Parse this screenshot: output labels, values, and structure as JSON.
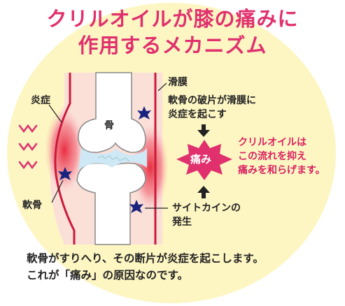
{
  "title": {
    "line1": "クリルオイルが膝の痛みに",
    "line2": "作用するメカニズム"
  },
  "labels": {
    "synovium": "滑膜",
    "inflammation": "炎症",
    "bone": "骨",
    "cartilage": "軟骨",
    "fragment_line1": "軟骨の破片が滑膜に",
    "fragment_line2": "炎症を起こす",
    "pain": "痛み",
    "krill_line1": "クリルオイルは",
    "krill_line2": "この流れを抑え",
    "krill_line3": "痛みを和らげます。",
    "cytokine_line1": "サイトカインの",
    "cytokine_line2": "発生"
  },
  "caption": {
    "line1": "軟骨がすりへり、その断片が炎症を起こします。",
    "line2": "これが「痛み」の原因なのです。"
  },
  "colors": {
    "title": "#e0306e",
    "accent_red": "#d92060",
    "background": "#fdf6c3",
    "synovium_line": "#cc1a3a"
  }
}
